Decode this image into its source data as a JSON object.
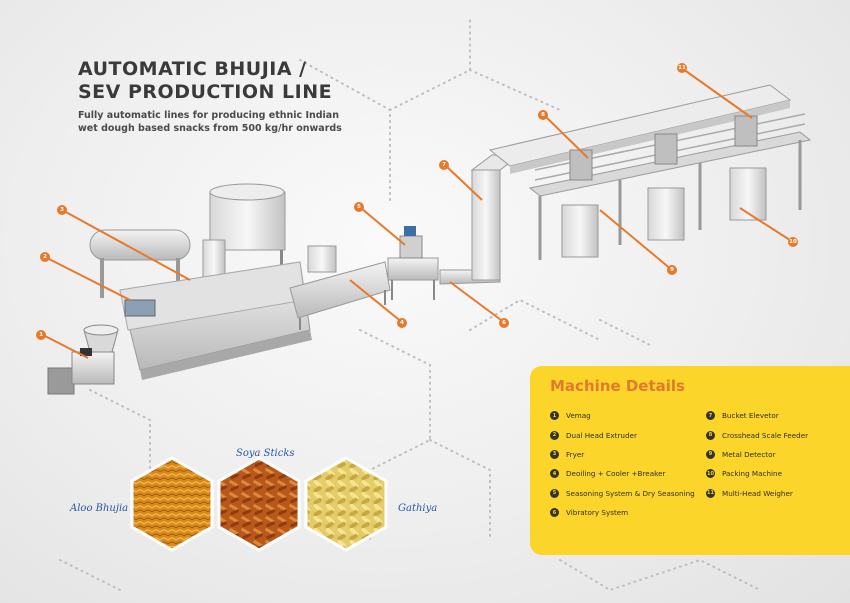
{
  "header": {
    "title_line1": "AUTOMATIC BHUJIA /",
    "title_line2": "SEV PRODUCTION LINE",
    "subtitle_line1": "Fully automatic lines for producing ethnic Indian",
    "subtitle_line2": "wet dough based snacks from 500 kg/hr onwards"
  },
  "callouts": [
    "1",
    "2",
    "3",
    "4",
    "5",
    "6",
    "7",
    "8",
    "9",
    "10",
    "11"
  ],
  "machine_details": {
    "heading": "Machine Details",
    "left": [
      {
        "num": "1",
        "label": "Vemag"
      },
      {
        "num": "2",
        "label": "Dual Head Extruder"
      },
      {
        "num": "3",
        "label": "Fryer"
      },
      {
        "num": "4",
        "label": "Deoiling + Cooler +Breaker"
      },
      {
        "num": "5",
        "label": "Seasoning System & Dry Seasoning"
      },
      {
        "num": "6",
        "label": "Vibratory System"
      }
    ],
    "right": [
      {
        "num": "7",
        "label": "Bucket Elevetor"
      },
      {
        "num": "8",
        "label": "Crosshead Scale Feeder"
      },
      {
        "num": "9",
        "label": "Metal Detector"
      },
      {
        "num": "10",
        "label": "Packing Machine"
      },
      {
        "num": "11",
        "label": "Multi-Head Weigher"
      }
    ]
  },
  "products": {
    "aloo_bhujia": "Aloo Bhujia",
    "soya_sticks": "Soya Sticks",
    "gathiya": "Gathiya"
  },
  "colors": {
    "accent_orange": "#e8792b",
    "panel_yellow": "#fcd52a",
    "label_blue": "#2a55a8"
  }
}
